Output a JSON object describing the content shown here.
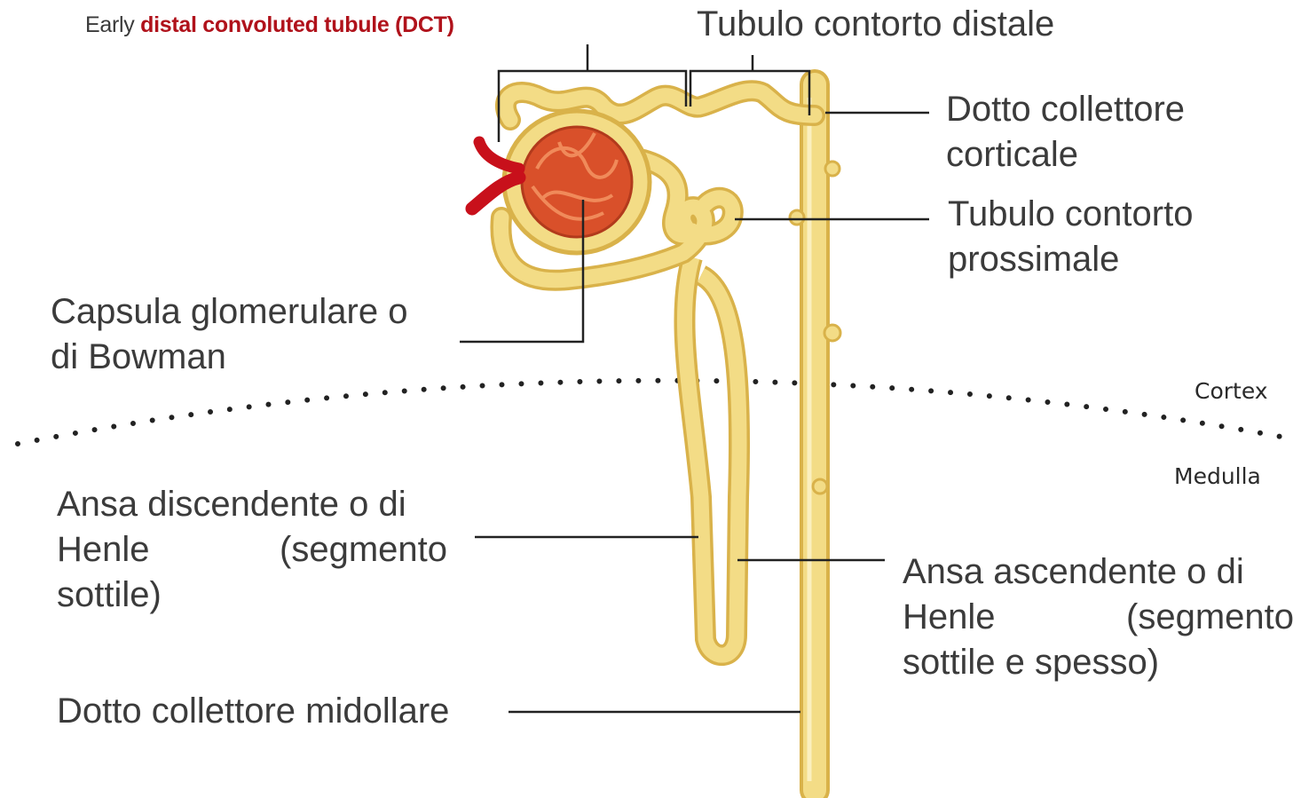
{
  "header_label": {
    "early": "Early",
    "dct": "distal convoluted tubule (DCT)"
  },
  "labels": {
    "tubulo_distale": "Tubulo contorto distale",
    "dotto_corticale": [
      "Dotto collettore",
      "corticale"
    ],
    "tubulo_prossimale": [
      "Tubulo contorto",
      "prossimale"
    ],
    "capsula": [
      "Capsula glomerulare o",
      "di Bowman"
    ],
    "ansa_discendente": [
      "Ansa discendente o di",
      "Henle (segmento",
      "sottile)"
    ],
    "ansa_ascendente": [
      "Ansa ascendente o di",
      "Henle (segmento",
      "sottile e spesso)"
    ],
    "dotto_midollare": "Dotto collettore midollare",
    "cortex": "Cortex",
    "medulla": "Medulla"
  },
  "colors": {
    "tubule": "#f3dc86",
    "tubule_edge": "#d9b24a",
    "glomerulus": "#d9502a",
    "vessel": "#c8101b",
    "text": "#3b3b3b",
    "leader": "#222222"
  }
}
